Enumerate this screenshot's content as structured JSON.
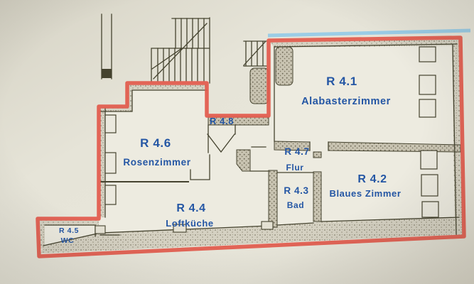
{
  "document_kind": "apartment-floor-plan-photo",
  "rooms": {
    "alabasterzimmer": {
      "id": "R 4.1",
      "name": "Alabasterzimmer"
    },
    "blaues_zimmer": {
      "id": "R 4.2",
      "name": "Blaues Zimmer"
    },
    "bad": {
      "id": "R 4.3",
      "name": "Bad"
    },
    "loftkueche": {
      "id": "R 4.4",
      "name": "Loftküche"
    },
    "wc": {
      "id": "R 4.5",
      "name": "WC"
    },
    "rosenzimmer": {
      "id": "R 4.6",
      "name": "Rosenzimmer"
    },
    "flur": {
      "id": "R 4.7",
      "name": "Flur"
    },
    "vestibule": {
      "id": "R 4.8",
      "name": ""
    }
  },
  "colors": {
    "boundary_red": "#e25a4c",
    "label_blue": "#2456a4",
    "top_highlight_blue": "#93cbe8",
    "paper": "#e9e7db",
    "wall_ink": "#45432f"
  }
}
